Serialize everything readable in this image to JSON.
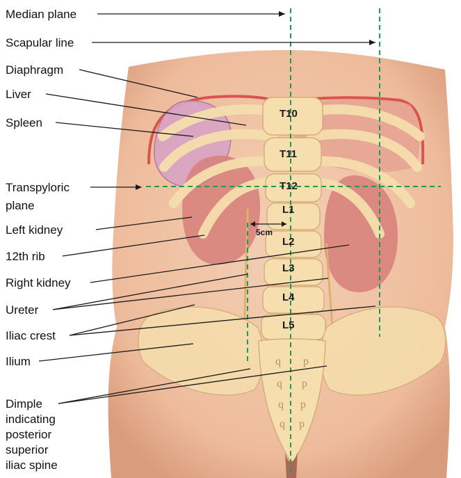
{
  "labels": {
    "median_plane": "Median plane",
    "scapular_line": "Scapular line",
    "diaphragm": "Diaphragm",
    "liver": "Liver",
    "spleen": "Spleen",
    "transpyloric_line1": "Transpyloric",
    "transpyloric_line2": "plane",
    "left_kidney": "Left kidney",
    "rib12": "12th rib",
    "right_kidney": "Right kidney",
    "ureter": "Ureter",
    "iliac_crest": "Iliac crest",
    "ilium": "Ilium",
    "dimple_line1": "Dimple",
    "dimple_line2": "indicating",
    "dimple_line3": "posterior",
    "dimple_line4": "superior",
    "dimple_line5": "iliac spine"
  },
  "vertebrae": [
    "T10",
    "T11",
    "T12",
    "L1",
    "L2",
    "L3",
    "L4",
    "L5"
  ],
  "measurement": "5cm",
  "colors": {
    "skin": "#efc3a4",
    "skin_shadow": "#dba586",
    "bone": "#f6deae",
    "bone_stroke": "#cfa76f",
    "organ": "#d98a84",
    "spleen": "#d8a3c4",
    "diaphragm": "#d9534f",
    "guide": "#1f9a55"
  }
}
